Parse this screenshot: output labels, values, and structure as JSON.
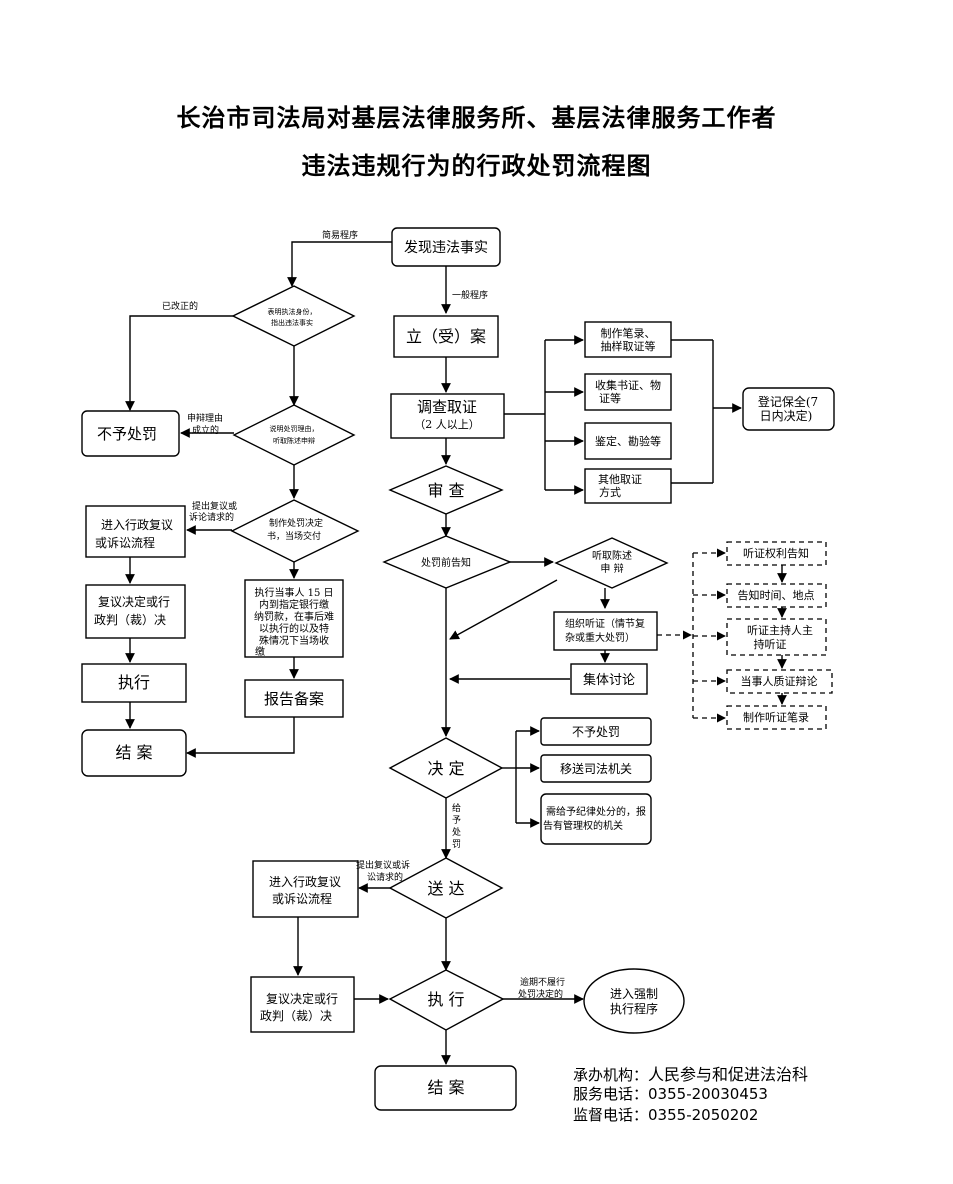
{
  "title": {
    "line1": "长治市司法局对基层法律服务所、基层法律服务工作者",
    "line2": "违法违规行为的行政处罚流程图"
  },
  "nodes": {
    "discover": "发现违法事实",
    "register": "立（受）案",
    "investigate_1": "调查取证",
    "investigate_2": "（2 人以上）",
    "record_1": "制作笔录、",
    "record_2": "抽样取证等",
    "collect_1": "收集书证、物",
    "collect_2": "证等",
    "appraise": "鉴定、勘验等",
    "other_1": "其他取证",
    "other_2": "方式",
    "preserve_1": "登记保全(7",
    "preserve_2": "日内决定)",
    "review": "审  查",
    "pre_notice": "处罚前告知",
    "hear_1": "听取陈述",
    "hear_2": "申  辩",
    "org_hearing_1": "组织听证（情节复",
    "org_hearing_2": "杂或重大处罚）",
    "collective": "集体讨论",
    "h_notice_rights": "听证权利告知",
    "h_notice_time": "告知时间、地点",
    "h_host_1": "听证主持人主",
    "h_host_2": "持听证",
    "h_debate": "当事人质证辩论",
    "h_record": "制作听证笔录",
    "decide": "决  定",
    "no_penalty_r": "不予处罚",
    "transfer": "移送司法机关",
    "discipline_1": "需给予纪律处分的，报",
    "discipline_2": "告有管理权的机关",
    "deliver": "送  达",
    "execute_c": "执  行",
    "forced_1": "进入强制",
    "forced_2": "执行程序",
    "close_c": "结  案",
    "review_c_1": "进入行政复议",
    "review_c_2": "或诉讼流程",
    "verdict_c_1": "复议决定或行",
    "verdict_c_2": "政判（裁）决",
    "show_id_1": "表明执法身份，",
    "show_id_2": "指出违法事实",
    "explain_1": "说明处罚理由，",
    "explain_2": "听取陈述申辩",
    "make_decision_1": "制作处罚决定",
    "make_decision_2": "书，当场交付",
    "no_penalty_l": "不予处罚",
    "review_l_1": "进入行政复议",
    "review_l_2": "或诉讼流程",
    "verdict_l_1": "复议决定或行",
    "verdict_l_2": "政判（裁）决",
    "execute_l": "执行",
    "close_l": "结  案",
    "pay_1": "执行当事人 15 日",
    "pay_2": "内到指定银行缴",
    "pay_3": "纳罚款，在事后难",
    "pay_4": "以执行的以及特",
    "pay_5": "殊情况下当场收",
    "pay_6": "缴",
    "report": "报告备案"
  },
  "labels": {
    "simple": "简易程序",
    "general": "一般程序",
    "corrected": "已改正的",
    "defense_ok_1": "申辩理由",
    "defense_ok_2": "成立的",
    "appeal_l_1": "提出复议或",
    "appeal_l_2": "诉论请求的",
    "give_penalty": [
      "给",
      "予",
      "处",
      "罚"
    ],
    "appeal_c_1": "提出复议或诉",
    "appeal_c_2": "讼请求的",
    "overdue_1": "逾期不履行",
    "overdue_2": "处罚决定的"
  },
  "footer": {
    "org_label": "承办机构：",
    "org": "人民参与和促进法治科",
    "service_label": "服务电话：",
    "service": "0355-20030453",
    "monitor_label": "监督电话：",
    "monitor": "0355-2050202"
  }
}
